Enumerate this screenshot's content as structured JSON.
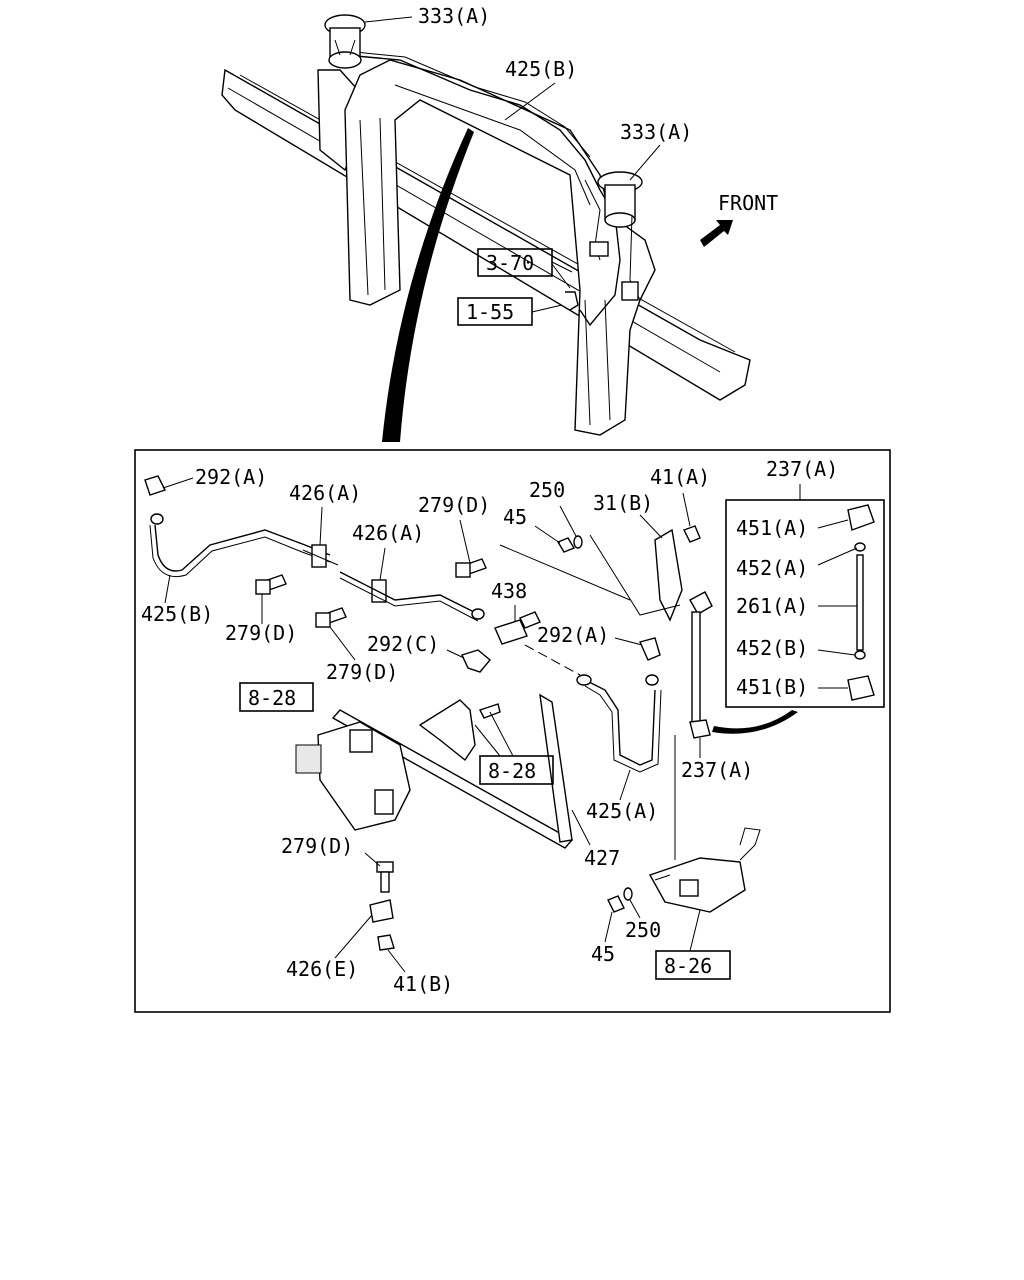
{
  "labels": {
    "l333a_top": "333(A)",
    "l425b_top": "425(B)",
    "l333a_right": "333(A)",
    "front": "FRONT",
    "ref_3_70": "3-70",
    "ref_1_55": "1-55",
    "l292a_1": "292(A)",
    "l426a_1": "426(A)",
    "l279d_top": "279(D)",
    "l250_top": "250",
    "l45_top": "45",
    "l31b": "31(B)",
    "l41a": "41(A)",
    "l237a_top": "237(A)",
    "l426a_2": "426(A)",
    "l438": "438",
    "l425b_mid": "425(B)",
    "l279d_1": "279(D)",
    "l292c": "292(C)",
    "l292a_2": "292(A)",
    "l279d_2": "279(D)",
    "ref_8_28_a": "8-28",
    "ref_8_28_b": "8-28",
    "l425a": "425(A)",
    "l237a_mid": "237(A)",
    "l427": "427",
    "l279d_bot": "279(D)",
    "l426e": "426(E)",
    "l41b": "41(B)",
    "l250_bot": "250",
    "l45_bot": "45",
    "ref_8_26": "8-26",
    "l451a": "451(A)",
    "l452a": "452(A)",
    "l261a": "261(A)",
    "l452b": "452(B)",
    "l451b": "451(B)"
  }
}
